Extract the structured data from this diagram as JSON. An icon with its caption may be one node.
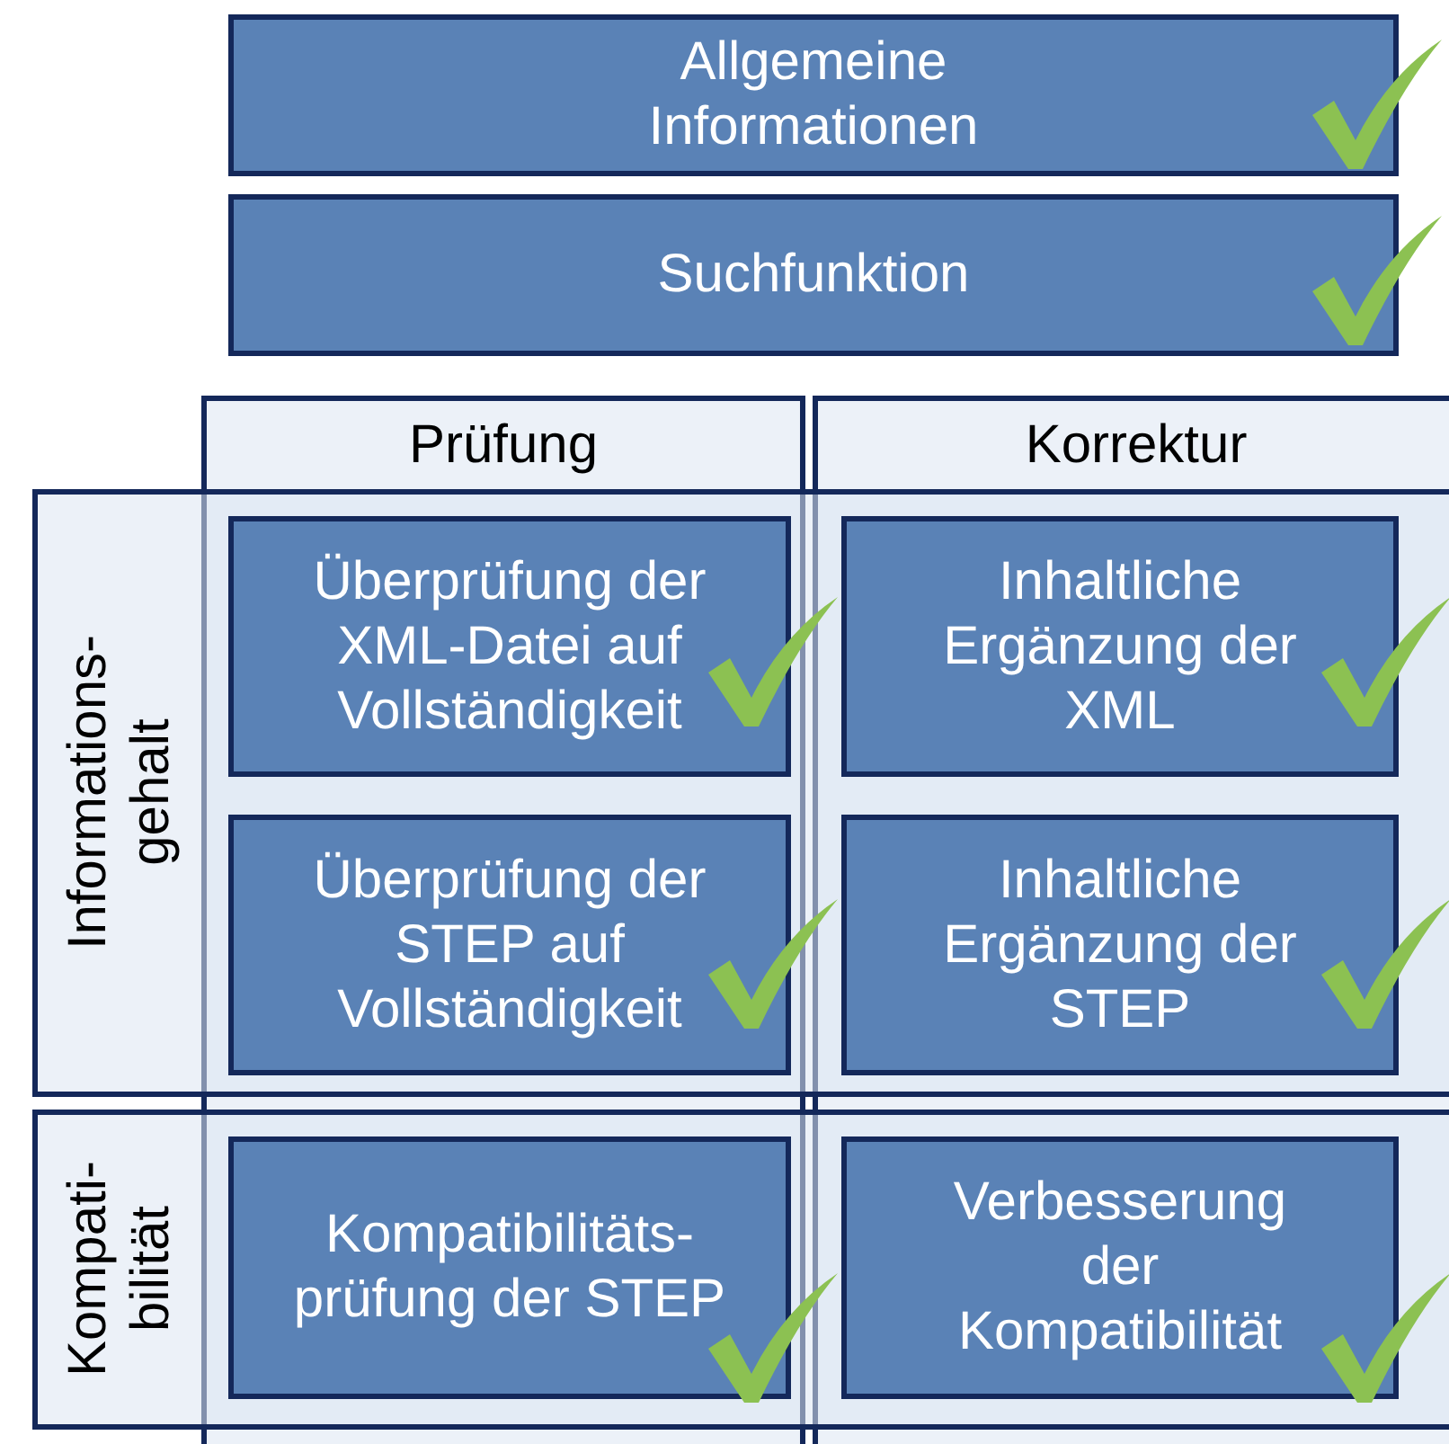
{
  "diagram": {
    "nodes": [
      {
        "text": [
          "Allgemeine Informationen"
        ]
      },
      {
        "text": [
          "Suchfunktion"
        ]
      },
      {
        "text": [
          "Prüfung"
        ]
      },
      {
        "text": [
          "Korrektur"
        ]
      },
      {
        "text": [
          "Informations- gehalt"
        ]
      },
      {
        "text": [
          "Kompati- bilität"
        ]
      },
      {
        "text": [
          "Überprüfung der XML-Datei auf Vollständigkeit"
        ]
      },
      {
        "text": [
          "Inhaltliche Ergänzung der XML"
        ]
      },
      {
        "text": [
          "Überprüfung der STEP auf Vollständigkeit"
        ]
      },
      {
        "text": [
          "Inhaltliche Ergänzung der STEP"
        ]
      },
      {
        "text": [
          "Kompatibilitäts- prüfung der STEP"
        ]
      },
      {
        "text": [
          "Verbesserung der Kompatibilität"
        ]
      }
    ]
  }
}
